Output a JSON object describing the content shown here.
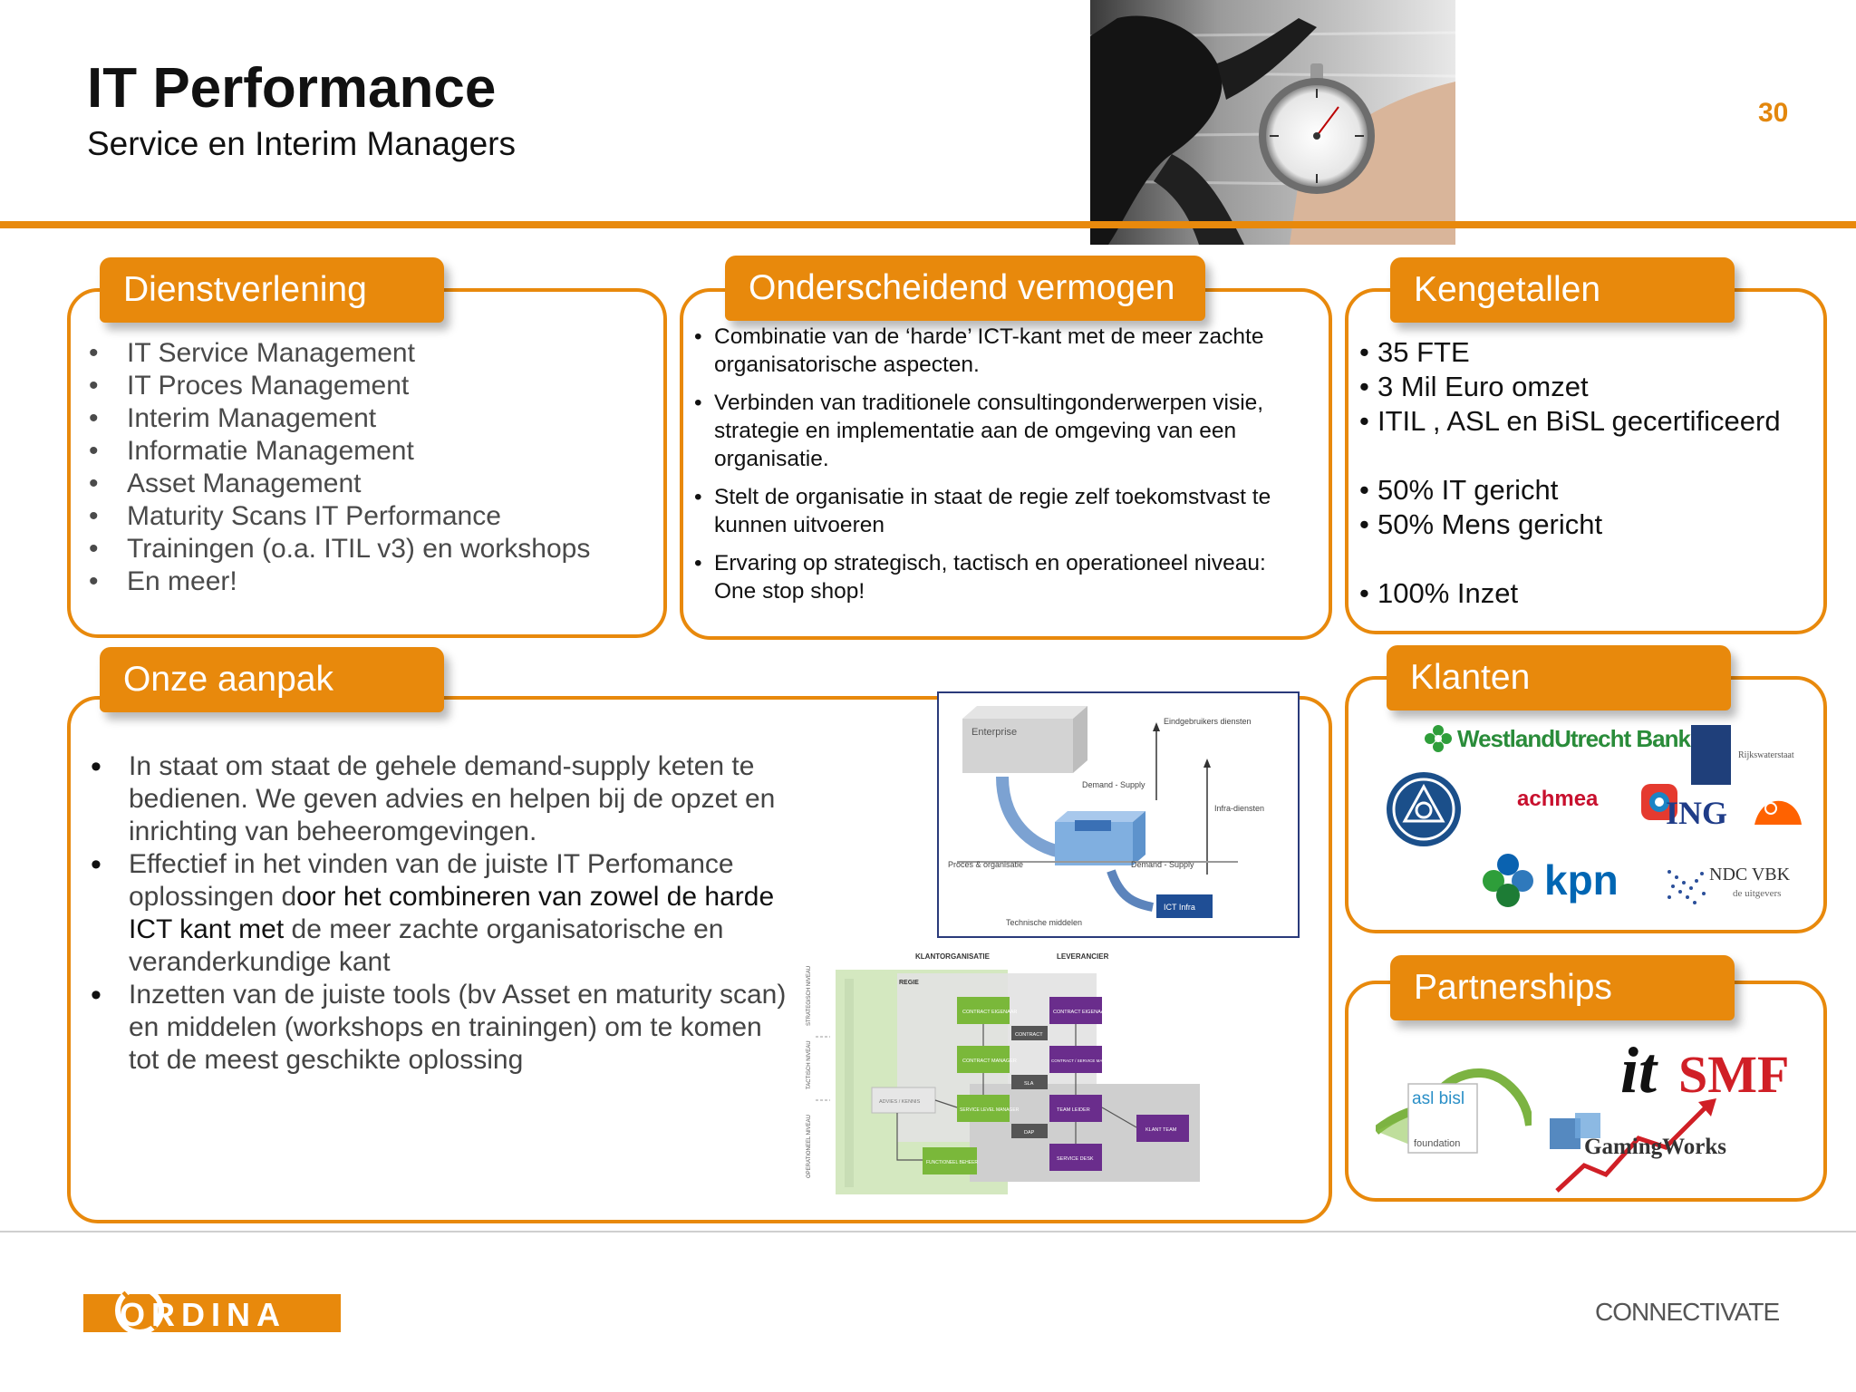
{
  "header": {
    "title": "IT Performance",
    "subtitle": "Service en Interim Managers",
    "page_number": "30"
  },
  "dienstverlening": {
    "heading": "Dienstverlening",
    "items": [
      "IT Service Management",
      "IT Proces Management",
      "Interim Management",
      "Informatie Management",
      "Asset Management",
      "Maturity Scans IT Performance",
      "Trainingen  (o.a. ITIL v3)  en workshops",
      "En meer!"
    ]
  },
  "onderscheidend": {
    "heading": "Onderscheidend vermogen",
    "items": [
      "Combinatie van de ‘harde’ ICT-kant met de meer zachte organisatorische aspecten.",
      "Verbinden van traditionele consultingonderwerpen visie, strategie en implementatie aan de omgeving van een organisatie.",
      "Stelt de organisatie in staat de regie zelf toekomstvast te kunnen uitvoeren",
      "Ervaring op strategisch, tactisch en operationeel niveau: One stop shop!"
    ]
  },
  "kengetallen": {
    "heading": "Kengetallen",
    "group1": [
      "35 FTE",
      "3  Mil Euro omzet",
      "ITIL , ASL en BiSL gecertificeerd"
    ],
    "group2": [
      "50% IT gericht",
      "50% Mens gericht"
    ],
    "group3": [
      "100% Inzet"
    ]
  },
  "aanpak": {
    "heading": "Onze aanpak",
    "item1": "In staat om staat de gehele demand-supply keten te bedienen. We geven advies en helpen bij de opzet en inrichting van beheeromgevingen.",
    "item2_a": "Effectief in het vinden van de juiste IT Perfomance oplossingen d",
    "item2_b": "oor het combineren van zowel de harde ICT kant met",
    "item2_c": " de meer zachte organisatorische en veranderkundige kant",
    "item3": "Inzetten van de juiste  tools (bv Asset  en maturity scan) en middelen (workshops en trainingen)  om  te komen tot de  meest geschikte oplossing"
  },
  "diagram1": {
    "enterprise": "Enterprise",
    "eindgebruikers": "Eindgebruikers diensten",
    "demand_supply_top": "Demand - Supply",
    "infra": "Infra-diensten",
    "proces": "Proces & organisatie",
    "demand_supply_bottom": "Demand - Supply",
    "ict_infra": "ICT Infra",
    "technische": "Technische middelen"
  },
  "diagram2": {
    "klantorganisatie": "KLANTORGANISATIE",
    "leverancier": "LEVERANCIER",
    "regie": "REGIE",
    "strategisch": "STRATEGISCH NIVEAU",
    "tactisch": "TACTISCH NIVEAU",
    "operationeel": "OPERATIONEEL NIVEAU",
    "green_boxes": [
      "CONTRACT EIGENAAR",
      "CONTRACT MANAGER",
      "SERVICE LEVEL MANAGER",
      "FUNCTIONEEL BEHEER"
    ],
    "purple_boxes": [
      "CONTRACT EIGENAAR",
      "CONTRACT / SERVICE MANAGER",
      "TEAM LEIDER",
      "SERVICE DESK",
      "KLANT TEAM"
    ],
    "gray_boxes": [
      "CONTRACT",
      "SLA",
      "DAP"
    ],
    "mid_box": "ADVIES / KENNIS"
  },
  "klanten": {
    "heading": "Klanten",
    "westland": "WestlandUtrecht Bank",
    "rijkswaterstaat": "Rijkswaterstaat",
    "achmea": "achmea",
    "ing": "ING",
    "kpn": "kpn",
    "ndc": "NDC VBK",
    "ndc_sub": "de uitgevers"
  },
  "partnerships": {
    "heading": "Partnerships",
    "aslbisl": "asl bisl",
    "foundation": "foundation",
    "itsmf_it": "it",
    "itsmf_smf": "SMF",
    "gamingworks": "GamingWorks"
  },
  "footer": {
    "ordina": "ORDINA",
    "connectivate": "CONNECTIVATE"
  },
  "colors": {
    "accent": "#E8890C",
    "ing_orange": "#FF6200",
    "kpn_blue": "#0066B3",
    "itsmf_red": "#D01F26"
  }
}
